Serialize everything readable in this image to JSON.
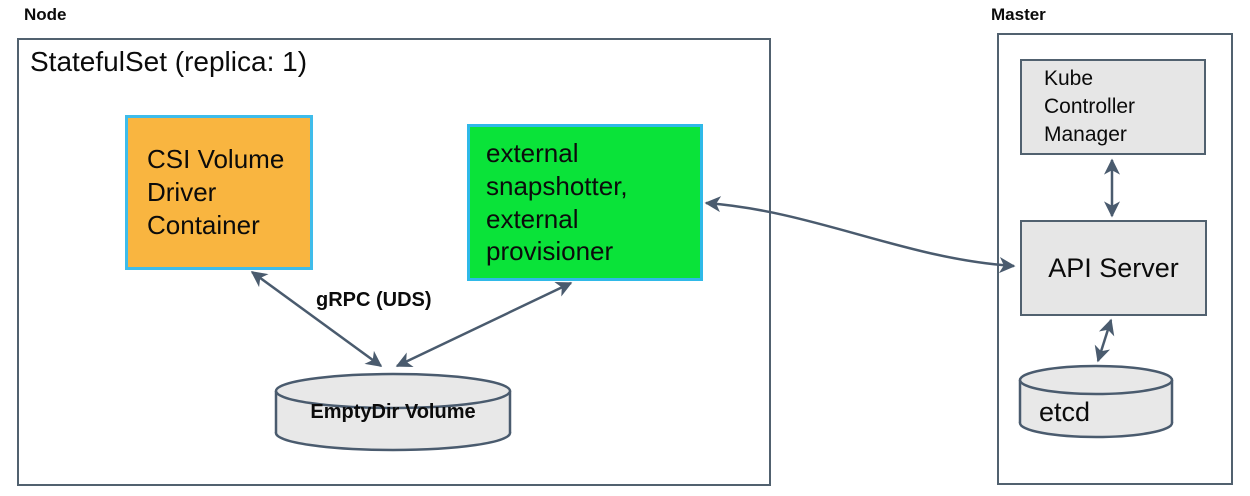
{
  "node_section": {
    "label": "Node",
    "statefulset_label": "StatefulSet (replica: 1)",
    "csi_driver_label": "CSI Volume Driver Container",
    "sidecar_label": "external snapshotter, external provisioner",
    "grpc_label": "gRPC (UDS)",
    "emptydir_label": "EmptyDir Volume"
  },
  "master_section": {
    "label": "Master",
    "kube_controller_manager_label": "Kube Controller Manager",
    "api_server_label": "API Server",
    "etcd_label": "etcd"
  },
  "colors": {
    "outline_stroke": "#51616f",
    "arrow_stroke": "#4a5b6e",
    "highlight_border": "#3fbcea",
    "csi_fill": "#f9b540",
    "sidecar_fill": "#0ae339",
    "gray_fill": "#e6e6e6",
    "background": "#ffffff"
  }
}
